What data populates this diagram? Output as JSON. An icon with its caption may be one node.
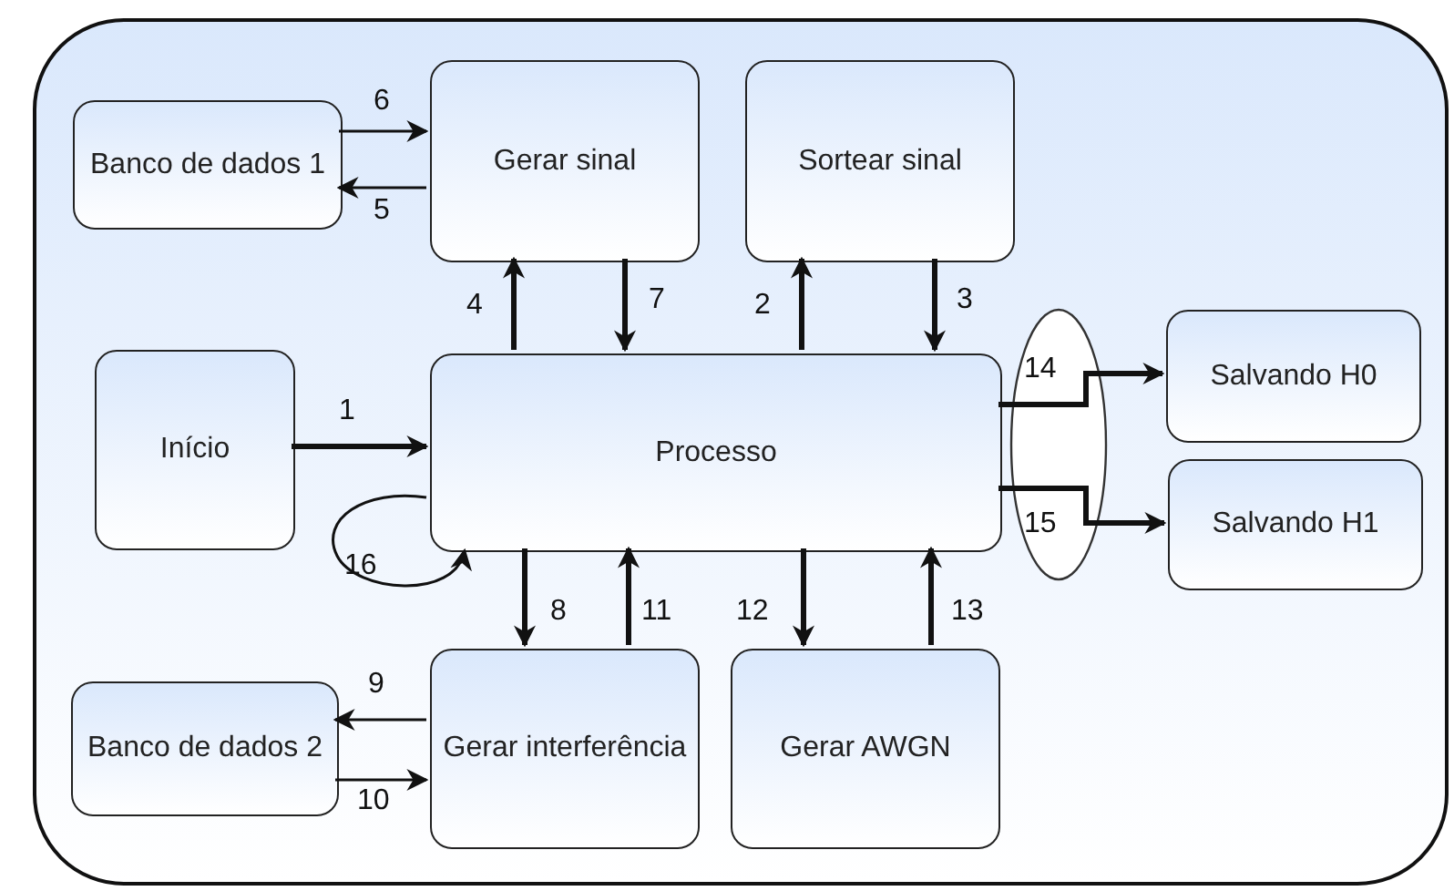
{
  "diagram": {
    "nodes": [
      {
        "text": [],
        "shape": "box"
      },
      {
        "text": [
          "Banco de dados 1"
        ],
        "in": 0
      },
      {
        "text": [
          "Gerar sinal"
        ],
        "in": 0
      },
      {
        "text": [
          "Sortear sinal"
        ],
        "in": 0
      },
      {
        "text": [
          "Início"
        ],
        "in": 0
      },
      {
        "text": [
          "Processo"
        ],
        "in": 0
      },
      {
        "text": [
          "Salvando H0"
        ],
        "in": 0
      },
      {
        "text": [
          "Salvando H1"
        ],
        "in": 0
      },
      {
        "text": [
          "Banco de dados 2"
        ],
        "in": 0
      },
      {
        "text": [
          "Gerar interferência"
        ],
        "in": 0
      },
      {
        "text": [
          "Gerar AWGN"
        ],
        "in": 0
      }
    ],
    "edges": [
      {
        "from": 4,
        "to": 5,
        "arrow": "to",
        "label": "1"
      },
      {
        "from": 5,
        "to": 3,
        "arrow": "to",
        "label": "2"
      },
      {
        "from": 3,
        "to": 5,
        "arrow": "to",
        "label": "3"
      },
      {
        "from": 5,
        "to": 2,
        "arrow": "to",
        "label": "4"
      },
      {
        "from": 2,
        "to": 1,
        "arrow": "to",
        "label": "5"
      },
      {
        "from": 1,
        "to": 2,
        "arrow": "to",
        "label": "6"
      },
      {
        "from": 2,
        "to": 5,
        "arrow": "to",
        "label": "7"
      },
      {
        "from": 5,
        "to": 9,
        "arrow": "to",
        "label": "8"
      },
      {
        "from": 9,
        "to": 8,
        "arrow": "to",
        "label": "9"
      },
      {
        "from": 8,
        "to": 9,
        "arrow": "to",
        "label": "10"
      },
      {
        "from": 9,
        "to": 5,
        "arrow": "to",
        "label": "11"
      },
      {
        "from": 5,
        "to": 10,
        "arrow": "to",
        "label": "12"
      },
      {
        "from": 10,
        "to": 5,
        "arrow": "to",
        "label": "13"
      },
      {
        "from": 5,
        "to": 6,
        "arrow": "to",
        "label": "14"
      },
      {
        "from": 5,
        "to": 7,
        "arrow": "to",
        "label": "15"
      },
      {
        "from": 5,
        "to": 5,
        "arrow": "to",
        "label": "16"
      }
    ]
  }
}
